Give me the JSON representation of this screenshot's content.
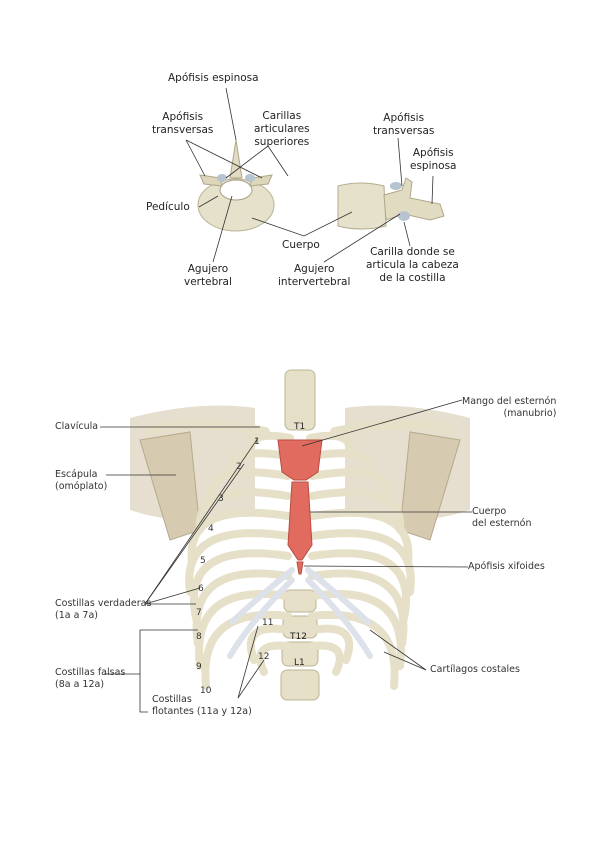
{
  "vertebra_labels": {
    "apofisis_espinosa_top": "Apófisis espinosa",
    "apofisis_transversas_left": "Apófisis\ntransversas",
    "carillas_articulares": "Carillas\narticulares\nsuperiores",
    "pediculo": "Pedículo",
    "cuerpo": "Cuerpo",
    "agujero_vertebral": "Agujero\nvertebral",
    "agujero_intervertebral": "Agujero\nintervertebral",
    "apofisis_transversas_right": "Apófisis\ntransversas",
    "apofisis_espinosa_right": "Apófisis\nespinosa",
    "carilla_cabeza_costilla": "Carilla donde se\narticula la cabeza\nde la costilla"
  },
  "thorax_labels": {
    "clavicula": "Clavícula",
    "escapula": "Escápula\n(omóplato)",
    "costillas_verdaderas": "Costillas verdaderas\n(1a a 7a)",
    "costillas_falsas": "Costillas falsas\n(8a a 12a)",
    "costillas_flotantes": "Costillas\nflotantes (11a y 12a)",
    "mango_esternon": "Mango del esternón\n(manubrio)",
    "cuerpo_esternon": "Cuerpo\ndel esternón",
    "apofisis_xifoides": "Apófisis xifoides",
    "cartilagos_costales": "Cartílagos costales"
  },
  "rib_numbers": [
    "1",
    "2",
    "3",
    "4",
    "5",
    "6",
    "7",
    "8",
    "9",
    "10",
    "11",
    "12"
  ],
  "vertebra_tags": {
    "t1": "T1",
    "t12": "T12",
    "l1": "L1"
  },
  "colors": {
    "bone": "#e8e3cf",
    "bone_shadow": "#c9c2a3",
    "cartilage": "#d9dde6",
    "sternum": "#e06b5e",
    "muscle": "#c9b79a"
  }
}
